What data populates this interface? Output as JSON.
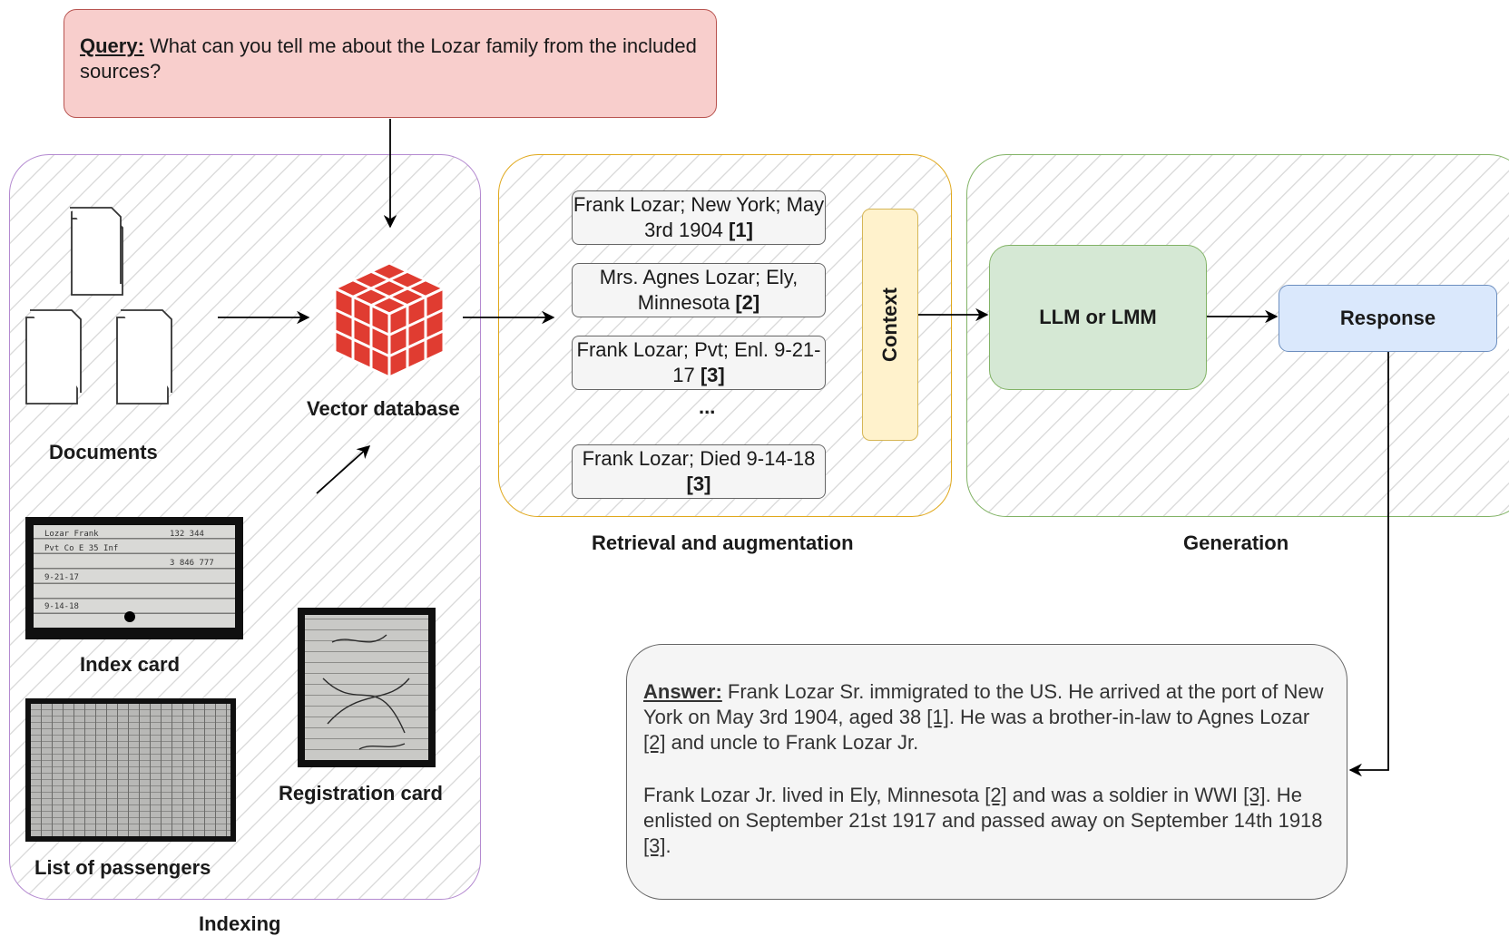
{
  "query": {
    "label": "Query:",
    "text": " What can you tell me about the Lozar family from the included sources?"
  },
  "indexing": {
    "region_label": "Indexing",
    "documents_label": "Documents",
    "vector_db_label": "Vector database",
    "index_card_label": "Index card",
    "passengers_label": "List of passengers",
    "registration_label": "Registration card"
  },
  "retrieval": {
    "region_label": "Retrieval and augmentation",
    "chunks": [
      {
        "text": "Frank Lozar; New York; May 3rd 1904 ",
        "ref": "[1]"
      },
      {
        "text": "Mrs. Agnes Lozar; Ely, Minnesota ",
        "ref": "[2]"
      },
      {
        "text": "Frank Lozar; Pvt; Enl. 9-21-17 ",
        "ref": "[3]"
      },
      {
        "text": "Frank Lozar; Died 9-14-18 ",
        "ref": "[3]"
      }
    ],
    "ellipsis": "...",
    "context_label": "Context"
  },
  "generation": {
    "region_label": "Generation",
    "llm_label": "LLM or LMM",
    "response_label": "Response"
  },
  "answer": {
    "label": "Answer:",
    "p1": {
      "t1": " Frank Lozar Sr. immigrated to the US. He arrived at the port of New York on May 3rd 1904, aged 38 ",
      "c1": "[1]",
      "t2": ". He was a brother-in-law to Agnes Lozar ",
      "c2": "[2]",
      "t3": " and uncle to Frank Lozar Jr."
    },
    "p2": {
      "t1": "Frank Lozar Jr. lived in Ely, Minnesota ",
      "c1": "[2]",
      "t2": " and was a soldier in WWI ",
      "c2": "[3]",
      "t3": ". He enlisted on September 21st 1917 and passed away on September 14th 1918 ",
      "c3": "[3]",
      "t4": "."
    }
  },
  "colors": {
    "query_fill": "#f8cecc",
    "query_stroke": "#b85450",
    "indexing_stroke": "#b48ad0",
    "retrieval_stroke": "#e0a81c",
    "generation_stroke": "#82b366",
    "context_fill": "#fff2cc",
    "llm_fill": "#d5e8d4",
    "response_fill": "#dae8fc",
    "cube_red": "#e03c31"
  }
}
